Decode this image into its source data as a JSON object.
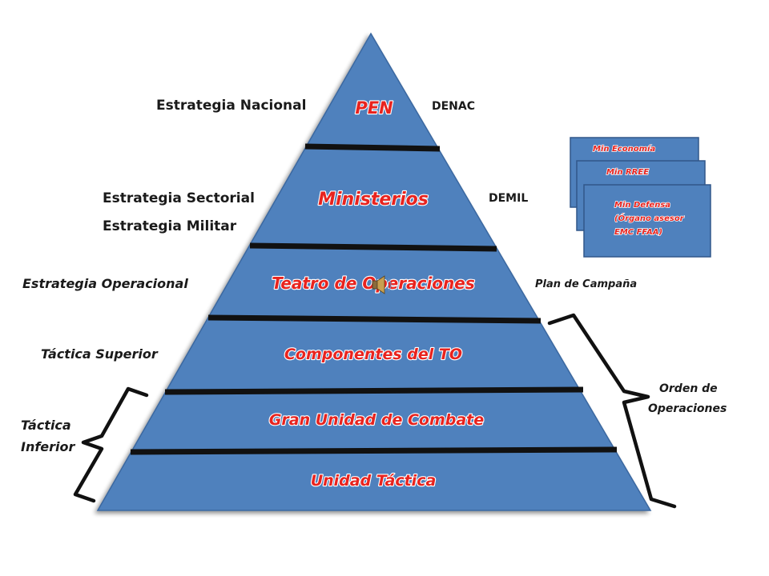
{
  "pyramid_levels": [
    {
      "label": "PEN"
    },
    {
      "label": "Ministerios"
    },
    {
      "label": "Teatro de Operaciones"
    },
    {
      "label": "Componentes del TO"
    },
    {
      "label": "Gran Unidad de Combate"
    },
    {
      "label": "Unidad Táctica"
    }
  ],
  "left_labels": {
    "estrategia_nacional": "Estrategia Nacional",
    "estrategia_sectorial": "Estrategia Sectorial",
    "estrategia_militar": "Estrategia Militar",
    "estrategia_operacional": "Estrategia Operacional",
    "tactica_superior": "Táctica Superior",
    "tactica_inferior_line1": "Táctica",
    "tactica_inferior_line2": "Inferior"
  },
  "right_labels": {
    "denac": "DENAC",
    "demil": "DEMIL",
    "plan_de_campana": "Plan de Campaña",
    "orden_line1": "Orden de",
    "orden_line2": "Operaciones"
  },
  "ministry_cards": [
    {
      "lines": [
        "Min Economía"
      ]
    },
    {
      "lines": [
        "Min RREE"
      ]
    },
    {
      "lines": [
        "Min Defensa",
        "(Órgano asesor",
        "EMC FFAA)"
      ]
    }
  ],
  "colors": {
    "pyramid": "#4f81bd",
    "tier_text": "#e8231e",
    "side_text": "#1a1a1a"
  },
  "icons": [
    "speaker-icon"
  ]
}
